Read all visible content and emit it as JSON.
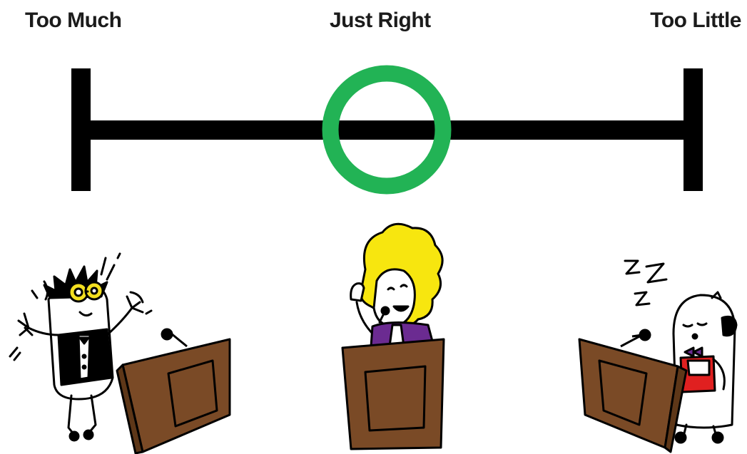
{
  "scale": {
    "left_label": "Too Much",
    "center_label": "Just Right",
    "right_label": "Too Little"
  },
  "colors": {
    "line": "#000000",
    "marker": "#22b355",
    "podium": "#7a4a26",
    "podium_dark": "#5e3718",
    "hair": "#f7e60f",
    "jacket": "#6b2b91",
    "glasses": "#f3df1f",
    "apron": "#e02020"
  },
  "icons": {
    "left_figure": "frantic-speaker-icon",
    "center_figure": "confident-speaker-icon",
    "right_figure": "sleepy-speaker-icon",
    "sleep": "zzz-icon"
  }
}
